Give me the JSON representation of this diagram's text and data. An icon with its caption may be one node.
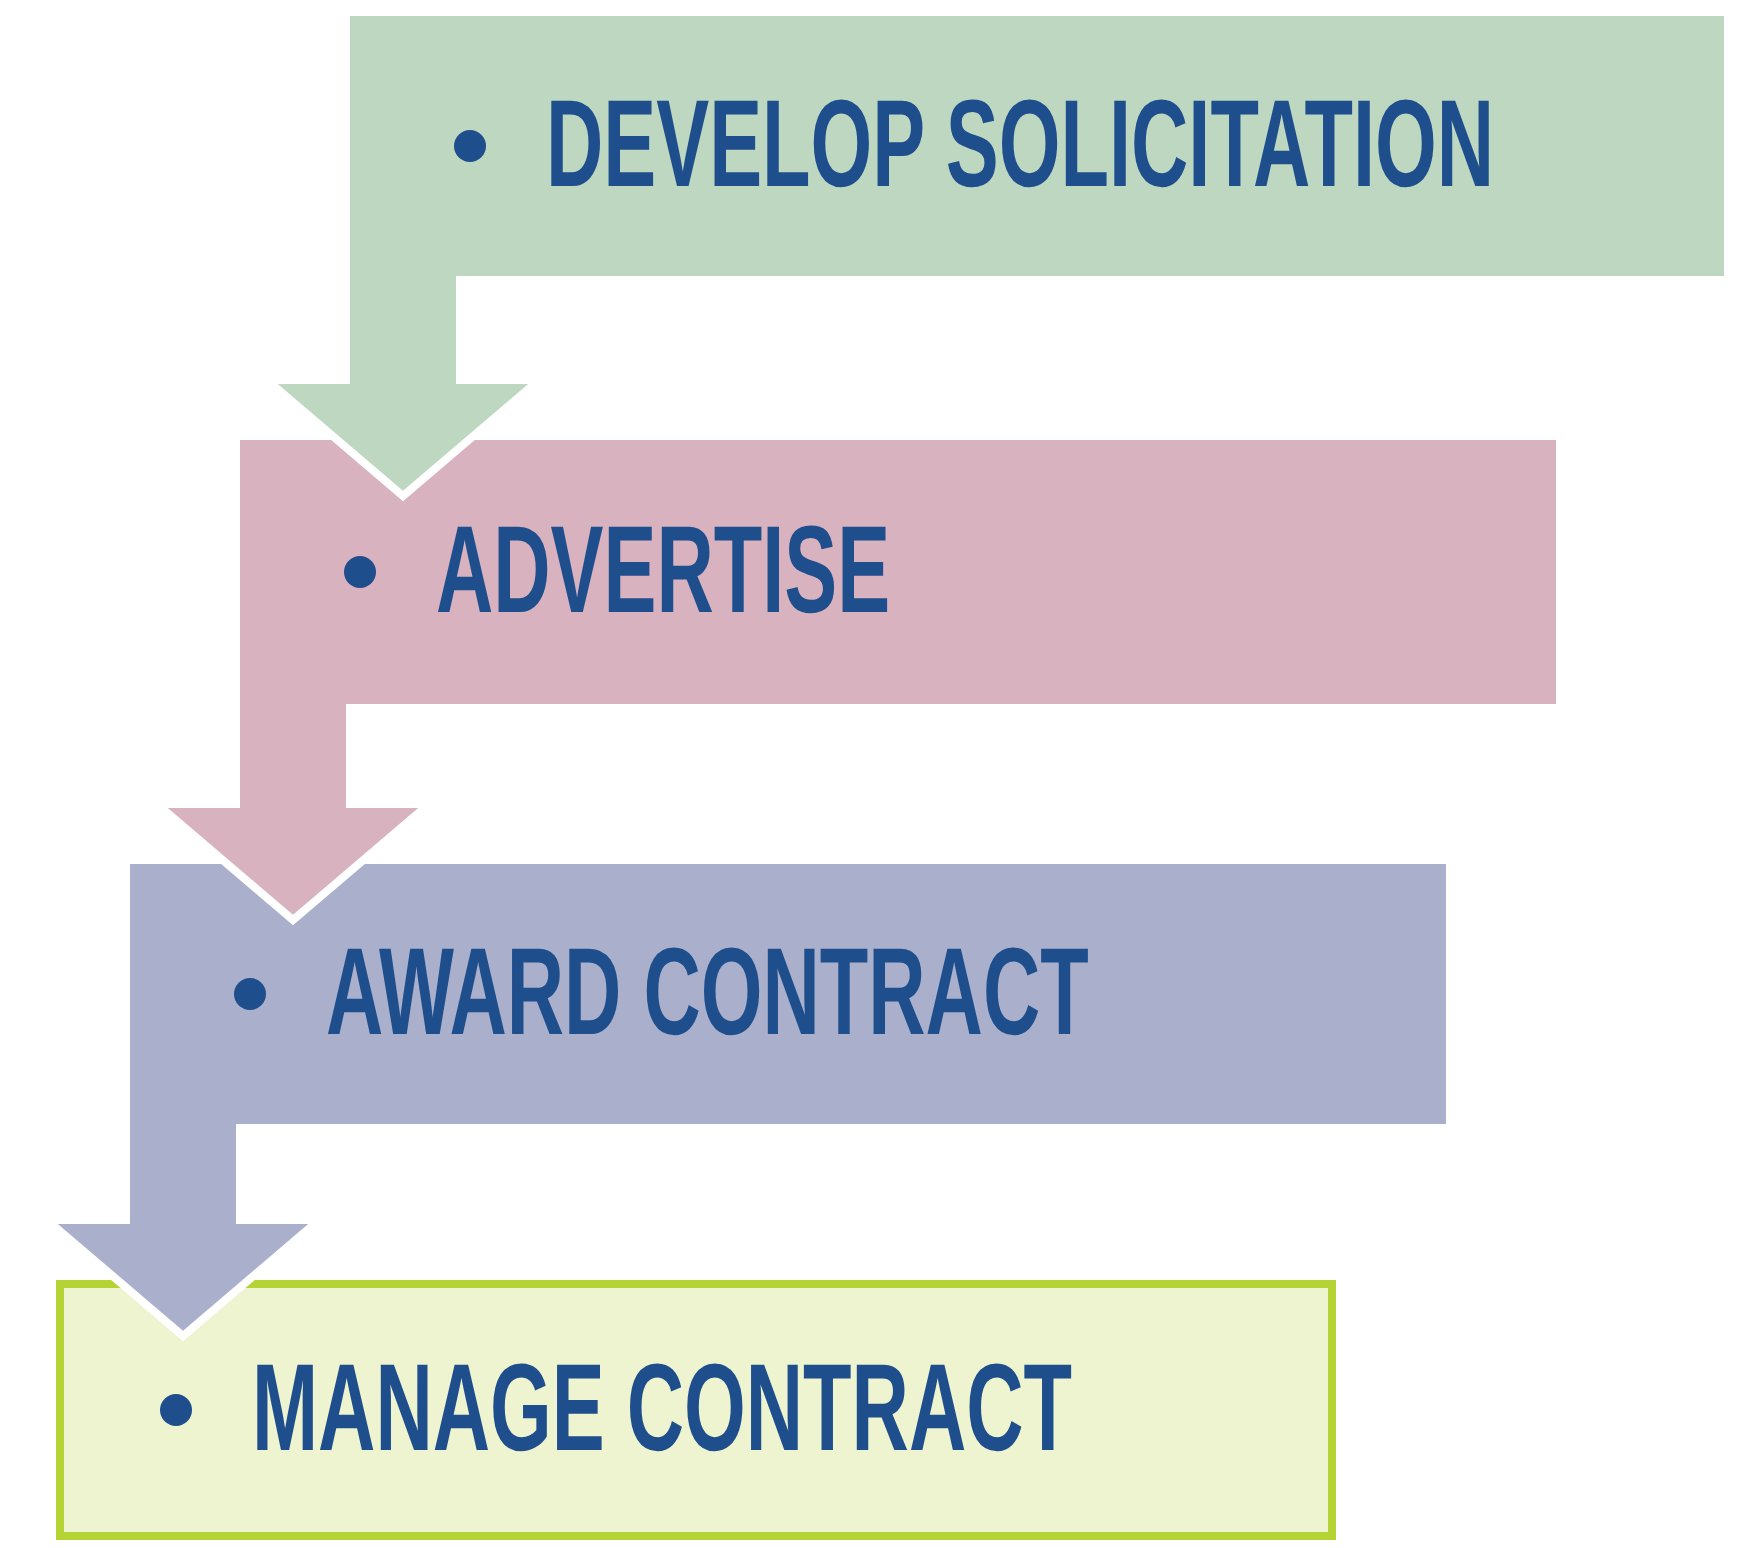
{
  "diagram": {
    "nodes": [
      {
        "text": [
          "DEVELOP SOLICITATION"
        ]
      },
      {
        "text": [
          "ADVERTISE"
        ]
      },
      {
        "text": [
          "AWARD CONTRACT"
        ]
      },
      {
        "text": [
          "MANAGE CONTRACT"
        ]
      }
    ],
    "edges": [
      {
        "from": 0,
        "to": 1,
        "arrow": "to",
        "color": "#bdd7c0"
      },
      {
        "from": 1,
        "to": 2,
        "arrow": "to",
        "color": "#d9b2c0"
      },
      {
        "from": 2,
        "to": 3,
        "arrow": "to",
        "color": "#aab0cc"
      }
    ]
  }
}
